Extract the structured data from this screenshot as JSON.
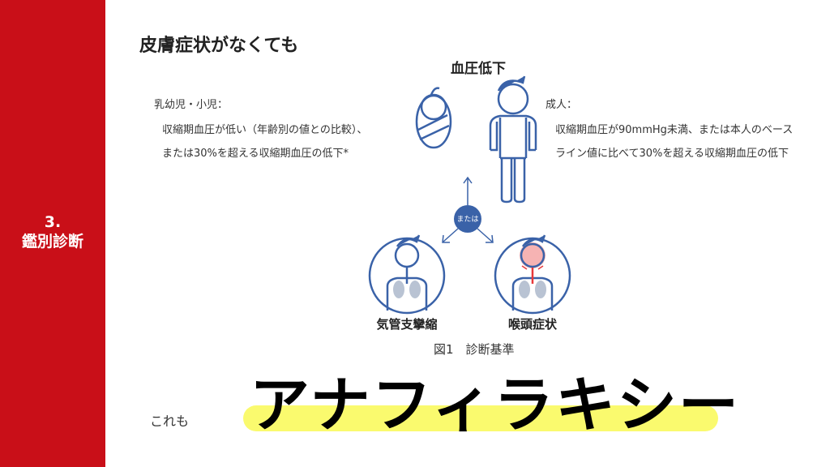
{
  "sidebar": {
    "number": "3.",
    "title": "鑑別診断",
    "color": "#c90f18"
  },
  "title": "皮膚症状がなくても",
  "figure": {
    "heading": "血圧低下",
    "infant": {
      "label": "乳幼児・小児：",
      "line1": "収縮期血圧が低い（年齢別の値との比較）、",
      "line2": "または30%を超える収縮期血圧の低下*"
    },
    "adult": {
      "label": "成人：",
      "line1": "収縮期血圧が90mmHg未満、または本人のベース",
      "line2": "ライン値に比べて30%を超える収縮期血圧の低下"
    },
    "or_label": "または",
    "left_label": "気管支攣縮",
    "right_label": "喉頭症状",
    "caption": "図1　診断基準"
  },
  "footer": {
    "prefix": "これも",
    "headline": "アナフィラキシー",
    "highlight_color": "#fafa6e"
  }
}
